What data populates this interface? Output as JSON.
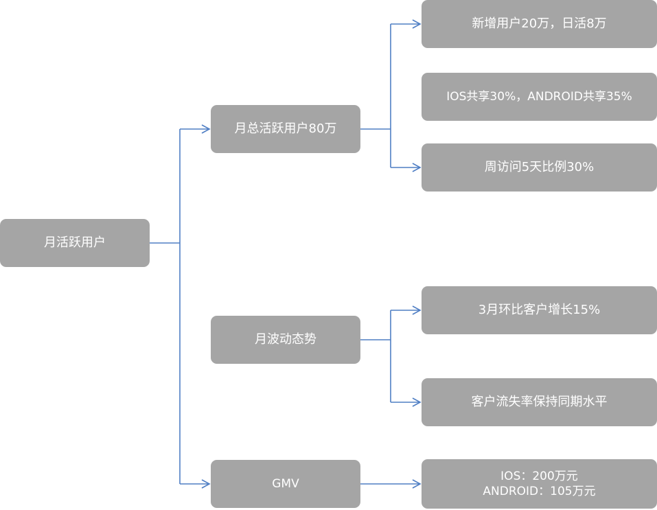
{
  "diagram": {
    "line_color": "#4f7ec4",
    "node_color": "#a5a5a5",
    "text_color": "#ffffff",
    "nodes": {
      "root": {
        "label": "月活跃用户"
      },
      "total_active": {
        "label": "月总活跃用户80万"
      },
      "monthly_trend": {
        "label": "月波动态势"
      },
      "gmv": {
        "label": "GMV"
      },
      "new_users": {
        "label": "新增用户20万，日活8万"
      },
      "platform_share": {
        "label": "IOS共享30%，ANDROID共享35%"
      },
      "weekly_visit": {
        "label": "周访问5天比例30%"
      },
      "march_growth": {
        "label": "3月环比客户增长15%"
      },
      "churn": {
        "label": "客户流失率保持同期水平"
      },
      "gmv_detail": {
        "line1": "IOS：200万元",
        "line2": "ANDROID：105万元"
      }
    }
  }
}
